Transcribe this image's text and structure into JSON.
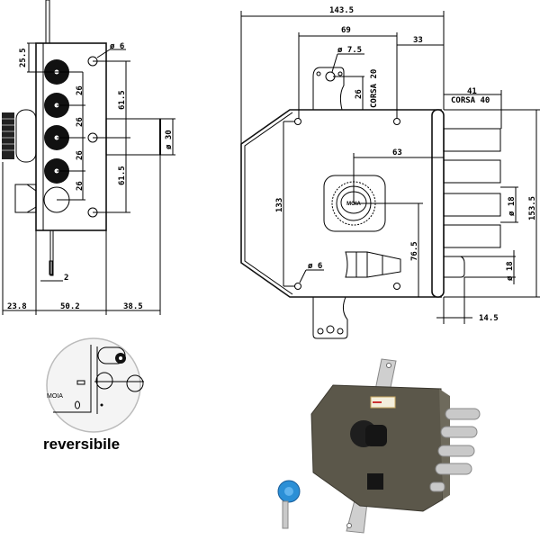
{
  "side_view": {
    "dims": {
      "top_offset": "25.5",
      "bolt_spacing": [
        "26",
        "26",
        "26",
        "26"
      ],
      "screw_dia": "ø 6",
      "screw_spacing_top": "61.5",
      "screw_spacing_bottom": "61.5",
      "cylinder_dia": "ø 30",
      "strip_thickness": "2",
      "knob_depth": "23.8",
      "body_depth": "50.2",
      "cylinder_projection": "38.5"
    }
  },
  "front_view": {
    "dims": {
      "overall_width": "143.5",
      "hole_spacing": "69",
      "hole_to_face": "33",
      "strip_hole_dia": "ø 7.5",
      "strip_height": "26",
      "strip_stroke": "CORSA 20",
      "bolt_length": "41",
      "bolt_stroke": "CORSA 40",
      "hole_vertical_spacing": "133",
      "backset": "63",
      "bolt_dia": "ø 18",
      "overall_height": "153.5",
      "cylinder_height": "76.5",
      "latch_dia": "ø 18",
      "latch_projection": "14.5",
      "bottom_hole_dia": "ø 6"
    },
    "brand_logo": "MOIA"
  },
  "reversible_detail": {
    "label": "reversibile",
    "logo": "MOIA"
  },
  "photo": {
    "body_color": "#5b574a",
    "key_color": "#2b8fd6",
    "bolt_color": "#c9c9c9"
  }
}
